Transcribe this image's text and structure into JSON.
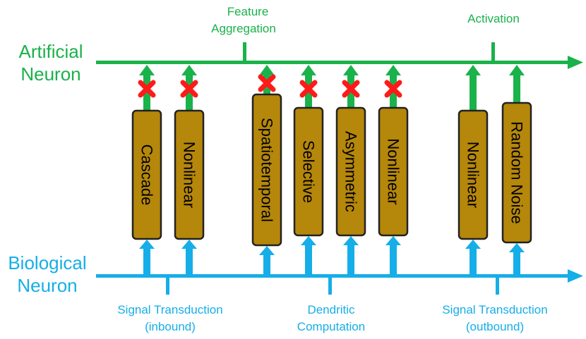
{
  "artificial_label": [
    "Artificial",
    "Neuron"
  ],
  "biological_label": [
    "Biological",
    "Neuron"
  ],
  "top_annotations": [
    {
      "lines": [
        "Feature",
        "Aggregation"
      ]
    },
    {
      "lines": [
        "Activation"
      ]
    }
  ],
  "bottom_annotations": [
    {
      "lines": [
        "Signal Transduction",
        "(inbound)"
      ]
    },
    {
      "lines": [
        "Dendritic",
        "Computation"
      ]
    },
    {
      "lines": [
        "Signal Transduction",
        "(outbound)"
      ]
    }
  ],
  "mechanisms": [
    {
      "label": "Cascade",
      "blocked": true
    },
    {
      "label": "Nonlinear",
      "blocked": true
    },
    {
      "label": "Spatiotemporal",
      "blocked": true
    },
    {
      "label": "Selective",
      "blocked": true
    },
    {
      "label": "Asymmetric",
      "blocked": true
    },
    {
      "label": "Nonlinear",
      "blocked": true
    },
    {
      "label": "Nonlinear",
      "blocked": false
    },
    {
      "label": "Random Noise",
      "blocked": false
    }
  ],
  "colors": {
    "artificial": "#1ab24a",
    "biological": "#16aee8",
    "box_fill": "#b5870a",
    "box_stroke": "#222222",
    "block_mark": "#ff1a1a"
  }
}
